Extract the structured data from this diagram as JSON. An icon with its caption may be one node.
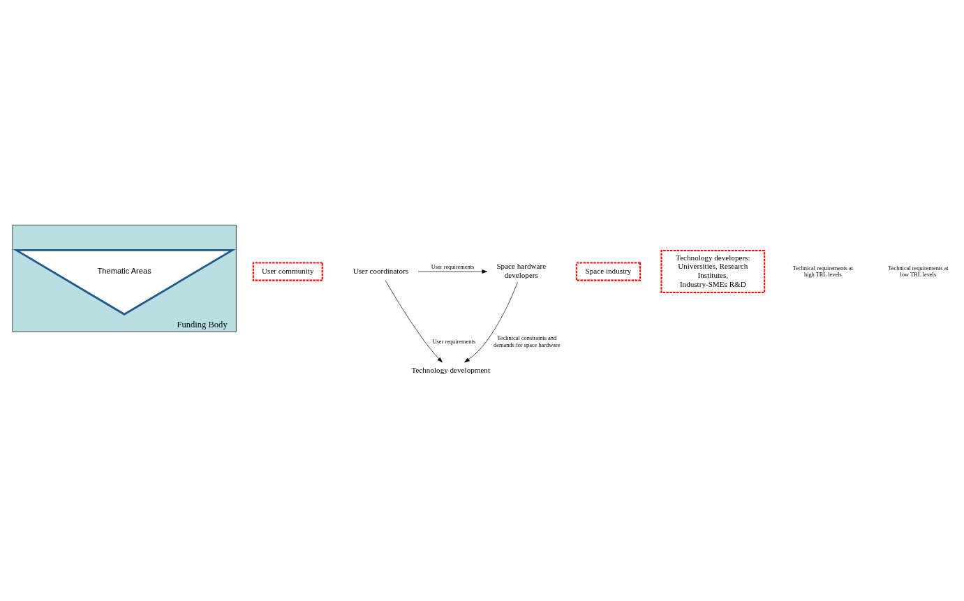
{
  "diagram": {
    "nodes": [
      {
        "text": [
          "Funding Body"
        ]
      },
      {
        "text": [
          "User community"
        ]
      },
      {
        "text": [
          "User coordinators"
        ]
      },
      {
        "text": [
          "Space hardware developers"
        ]
      },
      {
        "text": [
          "Space industry"
        ]
      },
      {
        "text": [
          "Thematic Areas"
        ],
        "in": 0
      },
      {
        "text": [
          "Technology development"
        ]
      },
      {
        "text": [
          "Technology developers: Universities, Research Institutes, Industry-SMEs R&D"
        ]
      }
    ],
    "edges": [
      {
        "from": 2,
        "to": 3,
        "arrow": "to",
        "label": "User requirements"
      },
      {
        "from": 2,
        "to": 6,
        "arrow": "to",
        "label": "User requirements"
      },
      {
        "from": 3,
        "to": 6,
        "arrow": "to",
        "label": "Technical constraints and demands for space hardware"
      }
    ],
    "labels": [
      "Technical requirements at high TRL levels",
      "Technical requirements at low TRL levels"
    ]
  }
}
